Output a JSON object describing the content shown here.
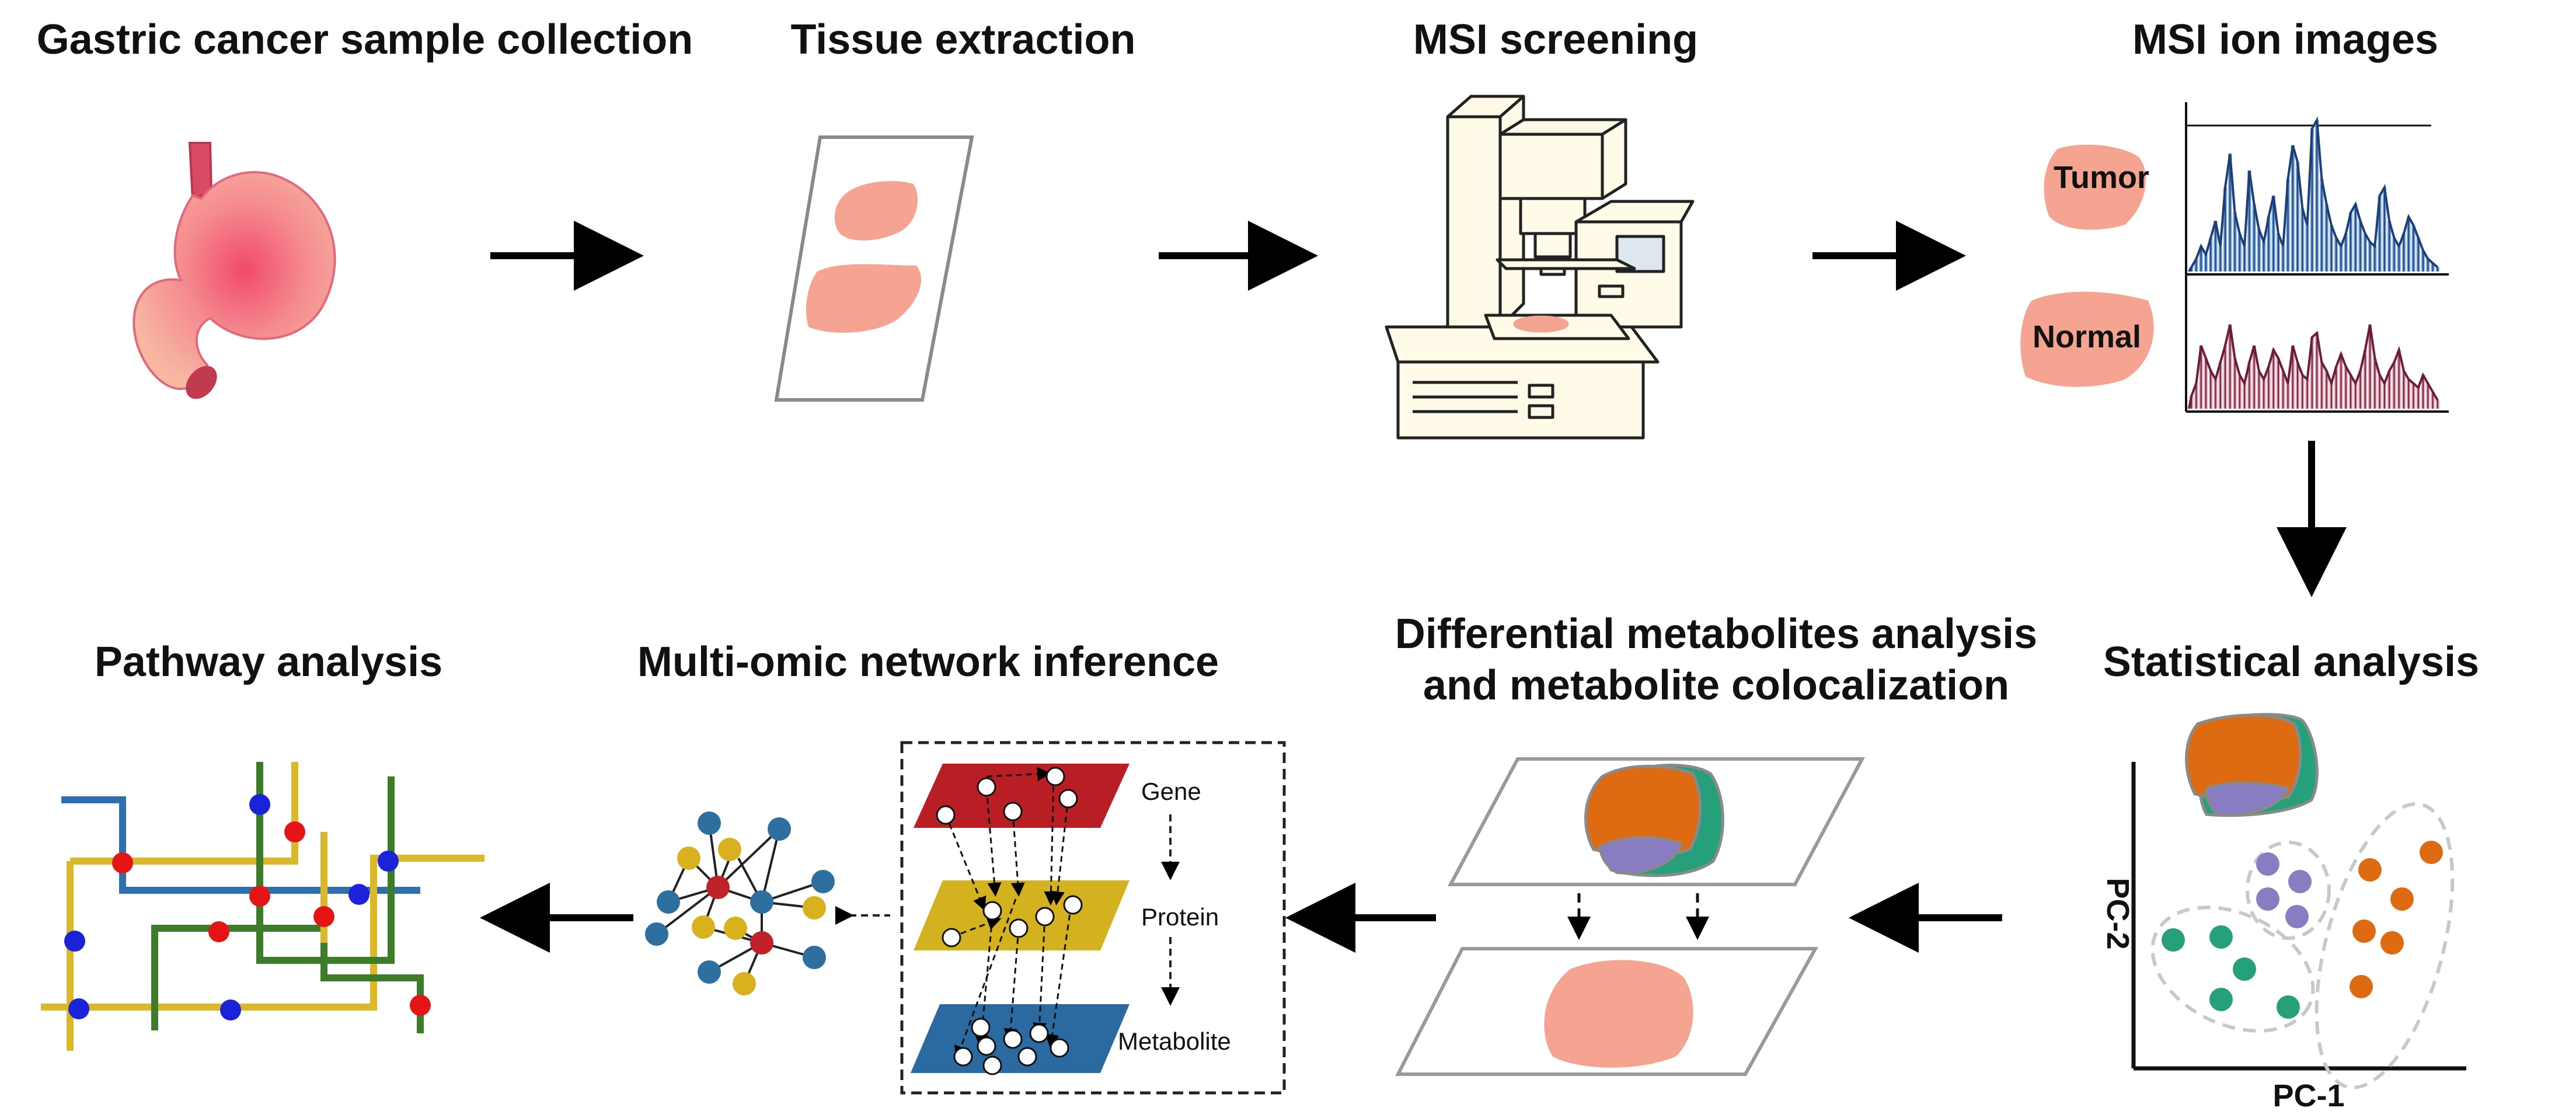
{
  "stages": {
    "collection": "Gastric cancer sample collection",
    "extraction": "Tissue extraction",
    "screening": "MSI screening",
    "ion_images": "MSI ion images",
    "statistical": "Statistical analysis",
    "differential_line1": "Differential metabolites analysis",
    "differential_line2": "and metabolite colocalization",
    "network": "Multi-omic network inference",
    "pathway": "Pathway analysis"
  },
  "ion_images": {
    "tumor_label": "Tumor",
    "normal_label": "Normal"
  },
  "pca": {
    "xlabel": "PC-1",
    "ylabel": "PC-2"
  },
  "omics_layers": {
    "gene": "Gene",
    "protein": "Protein",
    "metabolite": "Metabolite"
  },
  "colors": {
    "tissue": "#f4a491",
    "ion_tumor": "#7aa7d8",
    "ion_normal": "#e3a2b0",
    "pca_orange": "#de6a12",
    "pca_purple": "#8a7cc0",
    "pca_green": "#25a07a",
    "gene_layer": "#b81e24",
    "protein_layer": "#d4b21f",
    "metabolite_layer": "#2a6aa0",
    "node_blue": "#2e6f9f",
    "node_yellow": "#d8b21e",
    "node_red": "#c0222a",
    "pathway_blue": "#2e6fb0",
    "pathway_yellow": "#dbb72a",
    "pathway_green": "#3d7d2a"
  },
  "icons": {
    "stomach": "stomach-icon",
    "slide": "slide-icon",
    "instrument": "mass-spectrometer-icon",
    "arrow": "arrow-icon"
  }
}
